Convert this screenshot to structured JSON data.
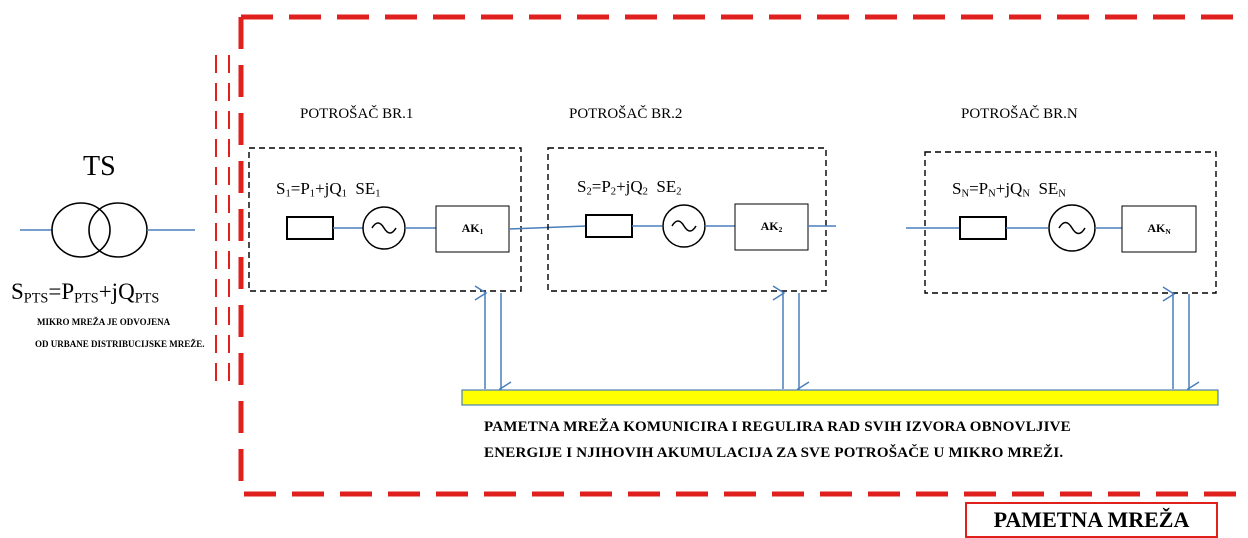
{
  "transformer": {
    "title": "TS",
    "formula": {
      "s": "S",
      "s_sub": "PTS",
      "p": "P",
      "p_sub": "PTS",
      "jq": "+jQ",
      "q_sub": "PTS",
      "eq": "="
    },
    "note_line1": "MIKRO MREŽA JE ODVOJENA",
    "note_line2": "OD URBANE DISTRIBUCIJSKE MREŽE."
  },
  "consumers": [
    {
      "title": "POTROŠAČ BR.1",
      "s_sub": "1",
      "p_sub": "1",
      "q_sub": "1",
      "se_sub": "1",
      "ak_label": "AK",
      "ak_sub": "1"
    },
    {
      "title": "POTROŠAČ BR.2",
      "s_sub": "2",
      "p_sub": "2",
      "q_sub": "2",
      "se_sub": "2",
      "ak_label": "AK",
      "ak_sub": "2"
    },
    {
      "title": "POTROŠAČ BR.N",
      "s_sub": "N",
      "p_sub": "N",
      "q_sub": "N",
      "se_sub": "N",
      "ak_label": "AK",
      "ak_sub": "N"
    }
  ],
  "formula_parts": {
    "s": "S",
    "eq": "=",
    "p": "P",
    "jq": "+jQ",
    "se": "SE"
  },
  "bus": {
    "text_line1": "PAMETNA MREŽA KOMUNICIRA I REGULIRA RAD SVIH IZVORA OBNOVLJIVE",
    "text_line2": "ENERGIJE I NJIHOVIH AKUMULACIJA ZA SVE POTROŠAČE U MIKRO MREŽI."
  },
  "badge": "PAMETNA MREŽA",
  "colors": {
    "boundary": "#e0201c",
    "wire": "#4a7ebb",
    "bus_fill": "#ffff00",
    "bus_stroke": "#4a7ebb",
    "dashed_box": "#000000"
  }
}
